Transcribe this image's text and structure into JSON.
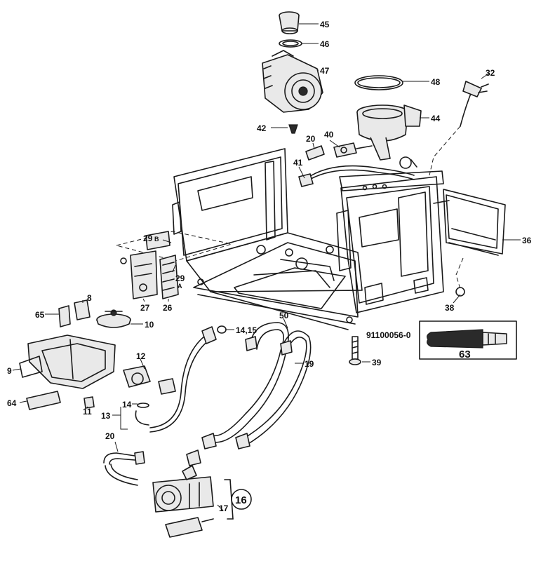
{
  "labels": {
    "p45": "45",
    "p46": "46",
    "p47": "47",
    "p48": "48",
    "p32": "32",
    "p44": "44",
    "p42": "42",
    "p20a": "20",
    "p40": "40",
    "p41": "41",
    "p36": "36",
    "p29b": "29",
    "p29b_suffix": "B",
    "p29a": "29",
    "p29a_suffix": "A",
    "p27": "27",
    "p26": "26",
    "p38": "38",
    "p8": "8",
    "p65": "65",
    "p10": "10",
    "p50": "50",
    "p14_15": "14,15",
    "p9": "9",
    "p12": "12",
    "p19": "19",
    "p39": "39",
    "p64": "64",
    "p11": "11",
    "p14": "14",
    "p13": "13",
    "p20b": "20",
    "p16": "16",
    "p17": "17",
    "p63": "63"
  },
  "tool_ref": "91100056-0"
}
